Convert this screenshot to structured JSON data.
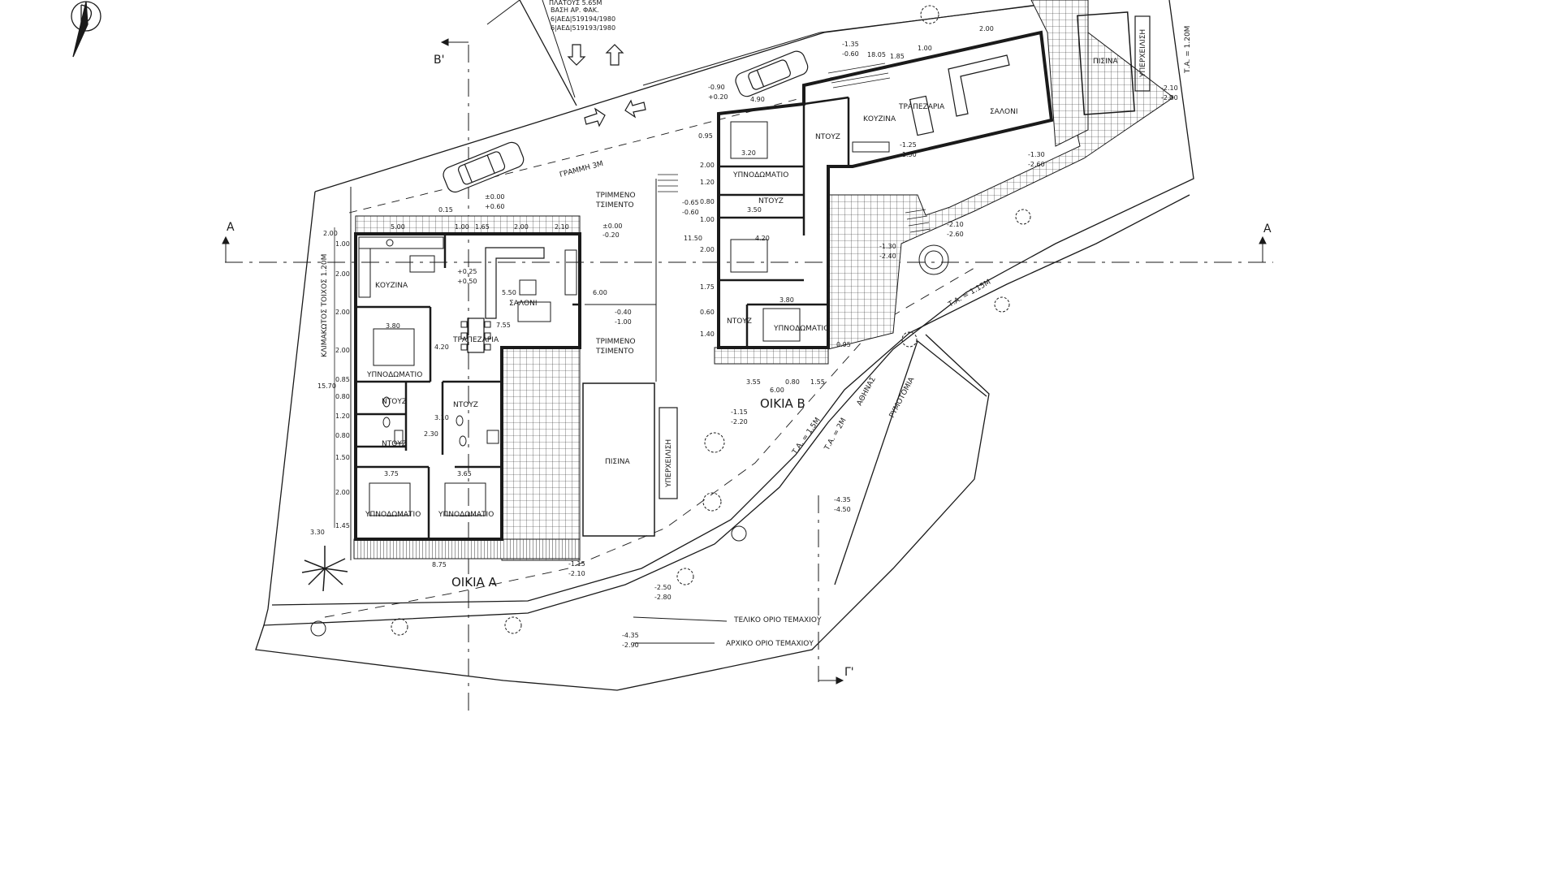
{
  "header_note": {
    "lines": [
      "ΠΛΑΤΟΥΣ 5.65Μ",
      "ΒΑΣΗ ΑΡ. ΦΑΚ.",
      "6|ΑΕΔ|519194/1980",
      "6|ΑΕΔ|519193/1980"
    ]
  },
  "sections": {
    "a_left": "Α",
    "a_right": "Α",
    "b": "Β'",
    "g": "Γ'"
  },
  "road": {
    "line": "ΓΡΑΜΜΗ 3Μ",
    "athens": "ΑΘΗΝΑΣ",
    "rymotomia": "ΡΥΜΟΤΟΜΙΑ",
    "ta_15": "Τ.Α. = 1.5Μ",
    "ta_2": "Τ.Α. = 2Μ",
    "ta_115": "Τ.Α. = 1.15Μ",
    "ta_120": "Τ.Α. = 1.20Μ"
  },
  "wall_label": "ΚΛΙΜΑΚΩΤΟΣ ΤΟΙΧΟΣ 1.20Μ",
  "house_a": {
    "title": "ΟΙΚΙΑ Α",
    "rooms": {
      "kitchen": "ΚΟΥΖΙΝΑ",
      "living": "ΣΑΛΟΝΙ",
      "dining": "ΤΡΑΠΕΖΑΡΙΑ",
      "bed1": "ΥΠΝΟΔΩΜΑΤΙΟ",
      "bed2": "ΥΠΝΟΔΩΜΑΤΙΟ",
      "bed3": "ΥΠΝΟΔΩΜΑΤΙΟ",
      "wc1": "ΝΤΟΥΖ",
      "wc2": "ΝΤΟΥΖ",
      "wc3": "ΝΤΟΥΖ"
    },
    "pool": "ΠΙΣΙΝΑ",
    "overflow": "ΥΠΕΡΧΕΙΛΙΣΗ"
  },
  "house_b": {
    "title": "ΟΙΚΙΑ Β",
    "rooms": {
      "kitchen": "ΚΟΥΖΙΝΑ",
      "living": "ΣΑΛΟΝΙ",
      "dining": "ΤΡΑΠΕΖΑΡΙΑ",
      "bed1": "ΥΠΝΟΔΩΜΑΤΙΟ",
      "bed2": "ΥΠΝΟΔΩΜΑΤΙΟ",
      "wc1": "ΝΤΟΥΖ",
      "wc2": "ΝΤΟΥΖ",
      "wc3": "ΝΤΟΥΖ"
    },
    "pool": "ΠΙΣΙΝΑ",
    "overflow": "ΥΠΕΡΧΕΙΛΙΣΗ"
  },
  "surfaces": {
    "cement1": "ΤΡΙΜΜΕΝΟ",
    "cement1b": "ΤΣΙΜΕΝΤΟ",
    "cement2": "ΤΡΙΜΜΕΝΟ",
    "cement2b": "ΤΣΙΜΕΝΤΟ"
  },
  "boundaries": {
    "final": "ΤΕΛΙΚΟ ΟΡΙΟ ΤΕΜΑΧΙΟΥ",
    "original": "ΑΡΧΙΚΟ ΟΡΙΟ ΤΕΜΑΧΙΟΥ"
  },
  "levels": {
    "l1a": "±0.00",
    "l1b": "+0.60",
    "l2a": "±0.00",
    "l2b": "-0.20",
    "l3a": "+0.25",
    "l3b": "+0.50",
    "l4a": "-0.40",
    "l4b": "-1.00",
    "l5a": "-1.15",
    "l5b": "-2.10",
    "l6a": "-0.90",
    "l6b": "+0.20",
    "l7a": "-1.35",
    "l7b": "-0.60",
    "l8a": "-0.65",
    "l8b": "-0.60",
    "l9a": "-1.25",
    "l9b": "-1.50",
    "l10a": "-1.30",
    "l10b": "-2.40",
    "l11a": "-2.10",
    "l11b": "-2.60",
    "l12a": "-1.15",
    "l12b": "-2.20",
    "l13a": "-4.35",
    "l13b": "-4.50",
    "l14a": "-2.50",
    "l14b": "-2.80",
    "l15a": "-4.35",
    "l15b": "-2.90",
    "l16a": "-2.10",
    "l16b": "-2.80",
    "l17a": "-1.30",
    "l17b": "-2.60"
  },
  "dims_a": {
    "top": [
      "5.00",
      "1.00",
      "1.65",
      "2.00",
      "2.10"
    ],
    "left": [
      "2.00",
      "1.00",
      "2.00",
      "2.00",
      "2.00",
      "0.85",
      "0.80",
      "1.20",
      "0.80",
      "1.50",
      "2.00",
      "1.45"
    ],
    "total": "15.70",
    "bottom": "8.75",
    "misc": [
      "3.80",
      "3.75",
      "3.65",
      "4.20",
      "5.50",
      "7.55",
      "2.30",
      "3.10",
      "6.00",
      "3.30",
      "0.15"
    ]
  },
  "dims_b": {
    "left": [
      "0.95",
      "2.00",
      "1.20",
      "0.80",
      "1.00",
      "11.50",
      "2.00",
      "1.75",
      "0.60",
      "1.40"
    ],
    "bottom": [
      "3.55",
      "0.80",
      "1.55"
    ],
    "total": "6.00",
    "misc": [
      "3.20",
      "4.20",
      "3.50",
      "3.80",
      "4.90",
      "18.05",
      "1.85",
      "1.00",
      "2.00",
      "0.95"
    ]
  }
}
